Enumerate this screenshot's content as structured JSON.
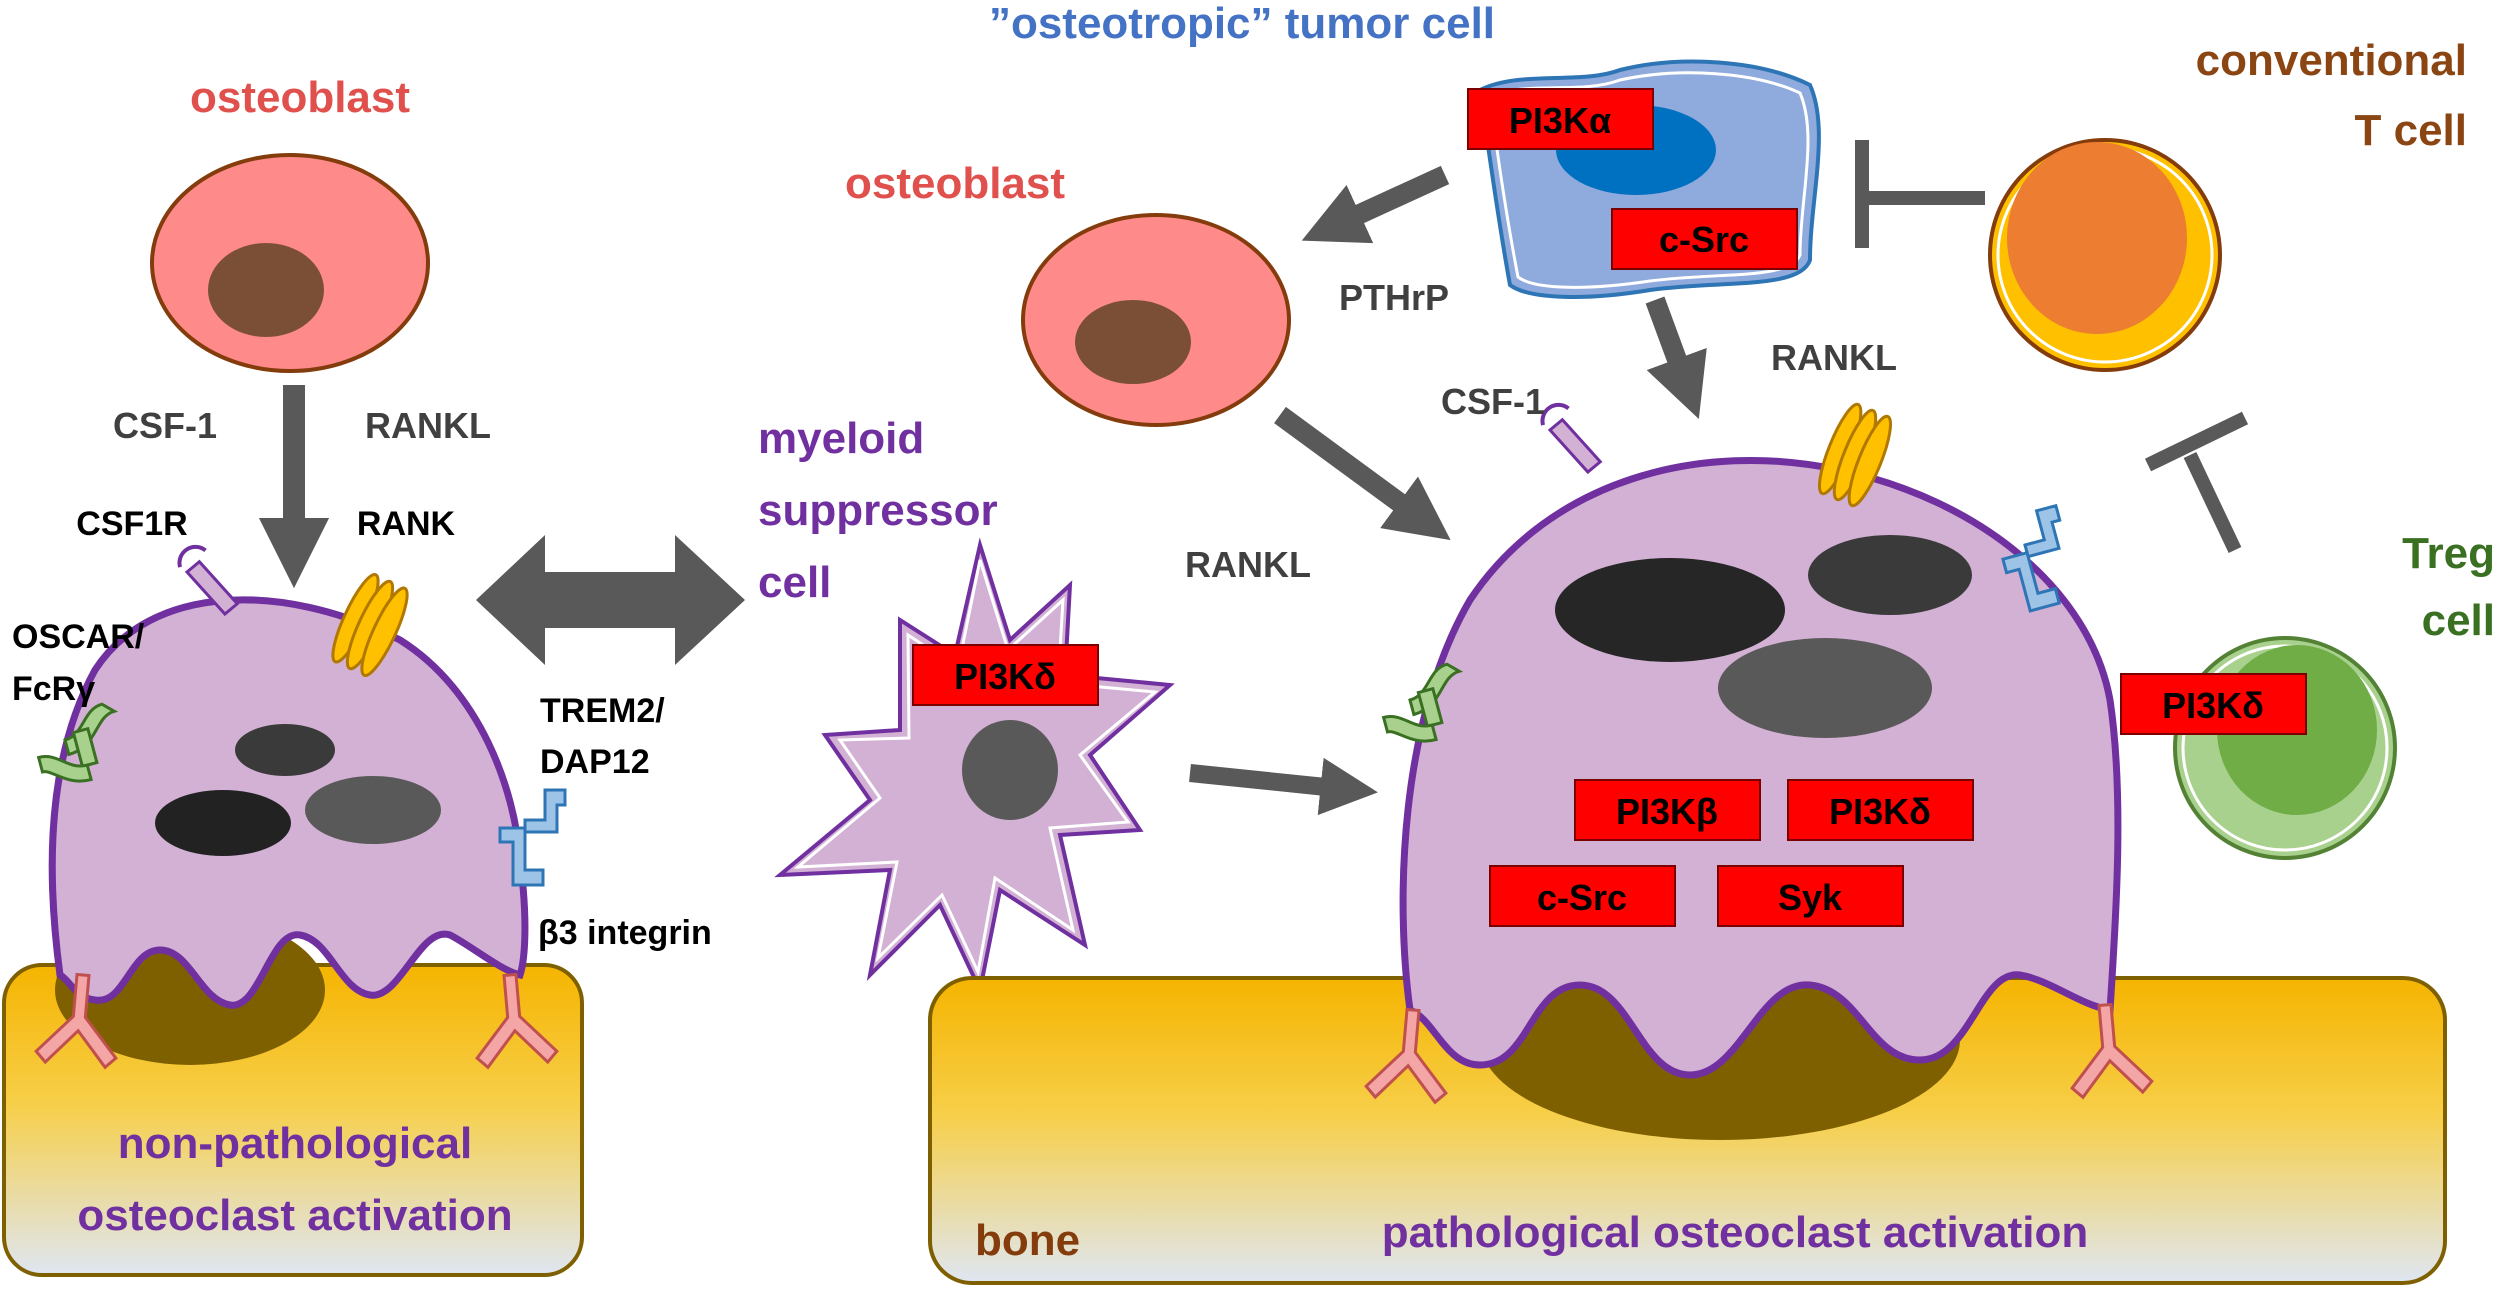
{
  "labels": {
    "osteoblast_left": "osteoblast",
    "osteoblast_right": "osteoblast",
    "tumor_cell": "”osteotropic” tumor cell",
    "conventional_t_1": "conventional",
    "conventional_t_2": "T cell",
    "csf1_left": "CSF-1",
    "rankl_left": "RANKL",
    "csf1r": "CSF1R",
    "rank": "RANK",
    "oscar_1": "OSCAR/",
    "oscar_2": "FcRγ",
    "trem2_1": "TREM2/",
    "trem2_2": "DAP12",
    "b3_integrin": "β3 integrin",
    "myeloid_1": "myeloid",
    "myeloid_2": "suppressor",
    "myeloid_3": "cell",
    "rankl_mid": "RANKL",
    "pthrp": "PTHrP",
    "csf1_right": "CSF-1",
    "rankl_right": "RANKL",
    "treg_1": "Treg",
    "treg_2": "cell",
    "nonpath_1": "non-pathological",
    "nonpath_2": "osteoclast activation",
    "bone": "bone",
    "path": "pathological osteoclast activation"
  },
  "badges": {
    "pi3k_alpha": "PI3Kα",
    "c_src_tumor": "c-Src",
    "pi3k_delta_myeloid": "PI3Kδ",
    "pi3k_delta_treg": "PI3Kδ",
    "pi3k_beta": "PI3Kβ",
    "pi3k_delta_oc": "PI3Kδ",
    "c_src_oc": "c-Src",
    "syk": "Syk"
  },
  "colors": {
    "osteoblast": "#ff8a8a",
    "nucleus_brown": "#7b4f36",
    "osteoclast": "#d2b1d4",
    "osteoclast_border": "#7030a0",
    "bone_top": "#f5b400",
    "bone_bottom": "#dfe6f2",
    "tumor": "#8faadc",
    "tumor_nucleus": "#0070c0",
    "t_cell": "#ffc000",
    "t_cell_nucleus": "#ed7d31",
    "treg": "#a9d18e",
    "treg_nucleus": "#70ad47",
    "arrow": "#595959",
    "badge": "#ff0000"
  }
}
